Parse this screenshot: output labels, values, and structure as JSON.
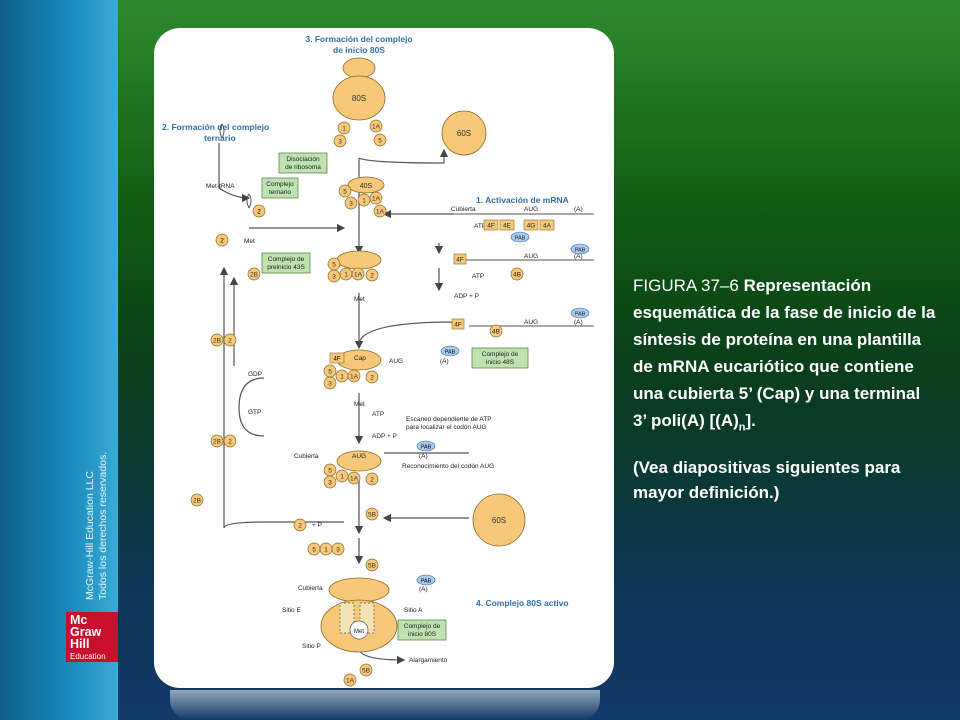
{
  "sidebar": {
    "copyright_line1": "McGraw-Hill Education LLC",
    "copyright_line2": "Todos los derechos reservados.",
    "logo_line1": "Mc",
    "logo_line2": "Graw",
    "logo_line3": "Hill",
    "logo_line4": "Education"
  },
  "caption": {
    "label": "FIGURA 37–6",
    "title": "Representación esquemática de la fase de inicio de la síntesis de proteína en una plantilla de mRNA eucariótico que contiene una cubierta 5’ (Cap) y una terminal 3’ poli(A) [(A)",
    "title_sub": "n",
    "title_end": "].",
    "note": "(Vea diapositivas siguientes para mayor definición.)"
  },
  "diagram": {
    "step3_line1": "3. Formación del complejo",
    "step3_line2": "de inicio 80S",
    "step2_line1": "2. Formación del complejo",
    "step2_line2": "ternario",
    "step1": "1. Activación de mRNA",
    "step4": "4. Complejo 80S activo",
    "ribosome_80s": "80S",
    "ribosome_60s": "60S",
    "ribosome_40s": "40S",
    "box_disociacion_1": "Disociación",
    "box_disociacion_2": "de ribosoma",
    "box_ternario_1": "Complejo",
    "box_ternario_2": "ternario",
    "box_43s_1": "Complejo de",
    "box_43s_2": "preinicio 43S",
    "box_48s_1": "Complejo de",
    "box_48s_2": "inicio 48S",
    "box_80s_1": "Complejo de",
    "box_80s_2": "inicio 80S",
    "met_trna": "Met-tRNA",
    "met_sup": "Met",
    "met_i": "Met",
    "met_i_sup": "i",
    "cubierta": "Cubierta",
    "aug": "AUG",
    "poly_a": "(A)",
    "poly_a_sub": "n",
    "atp": "ATP",
    "adp_pi": "ADP + P",
    "pi_sub": "i",
    "pab": "PAB",
    "cap": "Cap",
    "f4e": "4E",
    "f4f": "4F",
    "f4g": "4G",
    "f4a": "4A",
    "f4b": "4B",
    "gdp": "GDP",
    "gtp": "GTP",
    "escaneo_1": "Escaneo dependiente de ATP",
    "escaneo_2": "para localizar el codón AUG",
    "reconocimiento": "Reconocimiento del codón AUG",
    "f2": "2",
    "f3": "3",
    "f1": "1",
    "f1a": "1A",
    "f5": "5",
    "f5b": "5B",
    "f2b": "2B",
    "plus_pi": "+ P",
    "sitio_e": "Sitio E",
    "sitio_a": "Sitio A",
    "sitio_p": "Sitio P",
    "alargamiento": "Alargamiento"
  }
}
